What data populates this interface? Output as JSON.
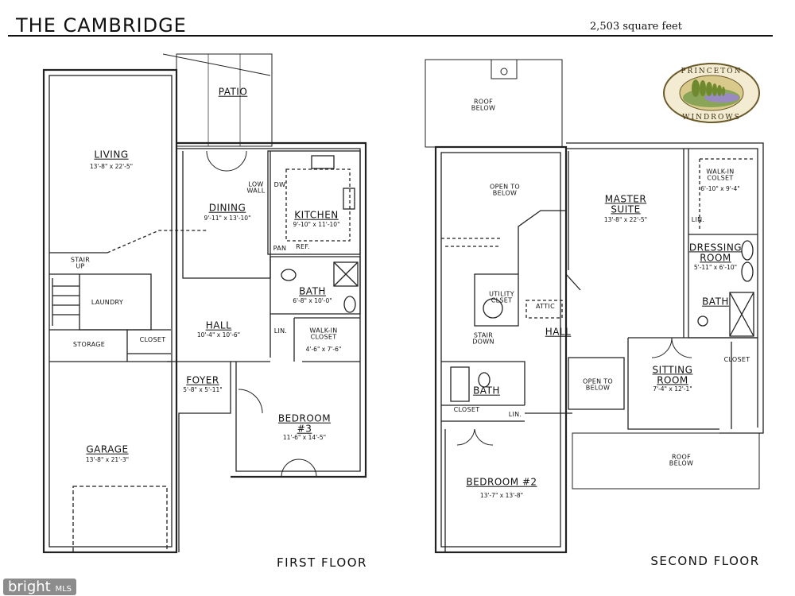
{
  "header": {
    "title": "THE CAMBRIDGE",
    "square_feet": "2,503 square feet"
  },
  "first_floor": {
    "label": "FIRST FLOOR",
    "rooms": [
      {
        "name": "PATIO"
      },
      {
        "name": "LIVING",
        "dim": "13'-8\" x 22'-5\""
      },
      {
        "name": "DINING",
        "dim": "9'-11\" x 13'-10\""
      },
      {
        "name": "LOW WALL"
      },
      {
        "name": "DW"
      },
      {
        "name": "KITCHEN",
        "dim": "9'-10\" x 11'-10\""
      },
      {
        "name": "PAN"
      },
      {
        "name": "REF."
      },
      {
        "name": "STAIR UP"
      },
      {
        "name": "LAUNDRY"
      },
      {
        "name": "BATH",
        "dim": "6'-8\" x 10'-0\""
      },
      {
        "name": "LIN."
      },
      {
        "name": "WALK-IN CLOSET",
        "dim": "4'-6\" x 7'-6\""
      },
      {
        "name": "HALL",
        "dim": "10'-4\" x 10'-6\""
      },
      {
        "name": "STORAGE"
      },
      {
        "name": "CLOSET"
      },
      {
        "name": "FOYER",
        "dim": "5'-8\" x 5'-11\""
      },
      {
        "name": "BEDROOM",
        "sub": "#3",
        "dim": "11'-6\" x 14'-5\""
      },
      {
        "name": "GARAGE",
        "dim": "13'-8\" x 21'-3\""
      }
    ]
  },
  "second_floor": {
    "label": "SECOND FLOOR",
    "rooms": [
      {
        "name": "ROOF BELOW"
      },
      {
        "name": "OPEN TO BELOW"
      },
      {
        "name": "MASTER SUITE",
        "dim": "13'-8\" x 22'-5\""
      },
      {
        "name": "WALK-IN COLSET",
        "dim": "6'-10\" x 9'-4\""
      },
      {
        "name": "LIN."
      },
      {
        "name": "DRESSING ROOM",
        "dim": "5'-11\" x 6'-10\""
      },
      {
        "name": "UTILITY CLSET"
      },
      {
        "name": "ATTIC"
      },
      {
        "name": "BATH"
      },
      {
        "name": "HALL"
      },
      {
        "name": "STAIR DOWN"
      },
      {
        "name": "SITTING ROOM",
        "dim": "7'-4\" x 12'-1\""
      },
      {
        "name": "CLOSET"
      },
      {
        "name": "OPEN TO BELOW"
      },
      {
        "name": "BATH"
      },
      {
        "name": "CLOSET"
      },
      {
        "name": "LIN."
      },
      {
        "name": "BEDROOM #2",
        "dim": "13'-7\" x 13'-8\""
      },
      {
        "name": "ROOF BELOW"
      }
    ]
  },
  "logo": {
    "top": "PRINCETON",
    "bottom": "WINDROWS"
  },
  "watermark": {
    "brand": "bright",
    "suffix": "MLS"
  }
}
